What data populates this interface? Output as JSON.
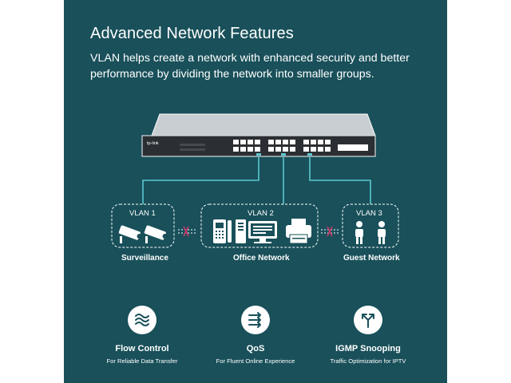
{
  "heading": "Advanced Network Features",
  "description": "VLAN helps create a network with enhanced security and better performance by dividing the network into smaller groups.",
  "switch_brand": "tp-link",
  "vlans": [
    {
      "label": "VLAN 1",
      "group": "Surveillance"
    },
    {
      "label": "VLAN 2",
      "group": "Office Network"
    },
    {
      "label": "VLAN 3",
      "group": "Guest Network"
    }
  ],
  "features": [
    {
      "title": "Flow Control",
      "subtitle": "For Reliable Data Transfer",
      "icon": "waves-icon"
    },
    {
      "title": "QoS",
      "subtitle": "For Fluent Online Experience",
      "icon": "priority-arrows-icon"
    },
    {
      "title": "IGMP Snooping",
      "subtitle": "Traffic Optimization for IPTV",
      "icon": "branching-arrows-icon"
    }
  ],
  "colors": {
    "background": "#19505a",
    "link_line": "#5cc7d0",
    "blocked": "#d2366a",
    "white": "#ffffff"
  }
}
